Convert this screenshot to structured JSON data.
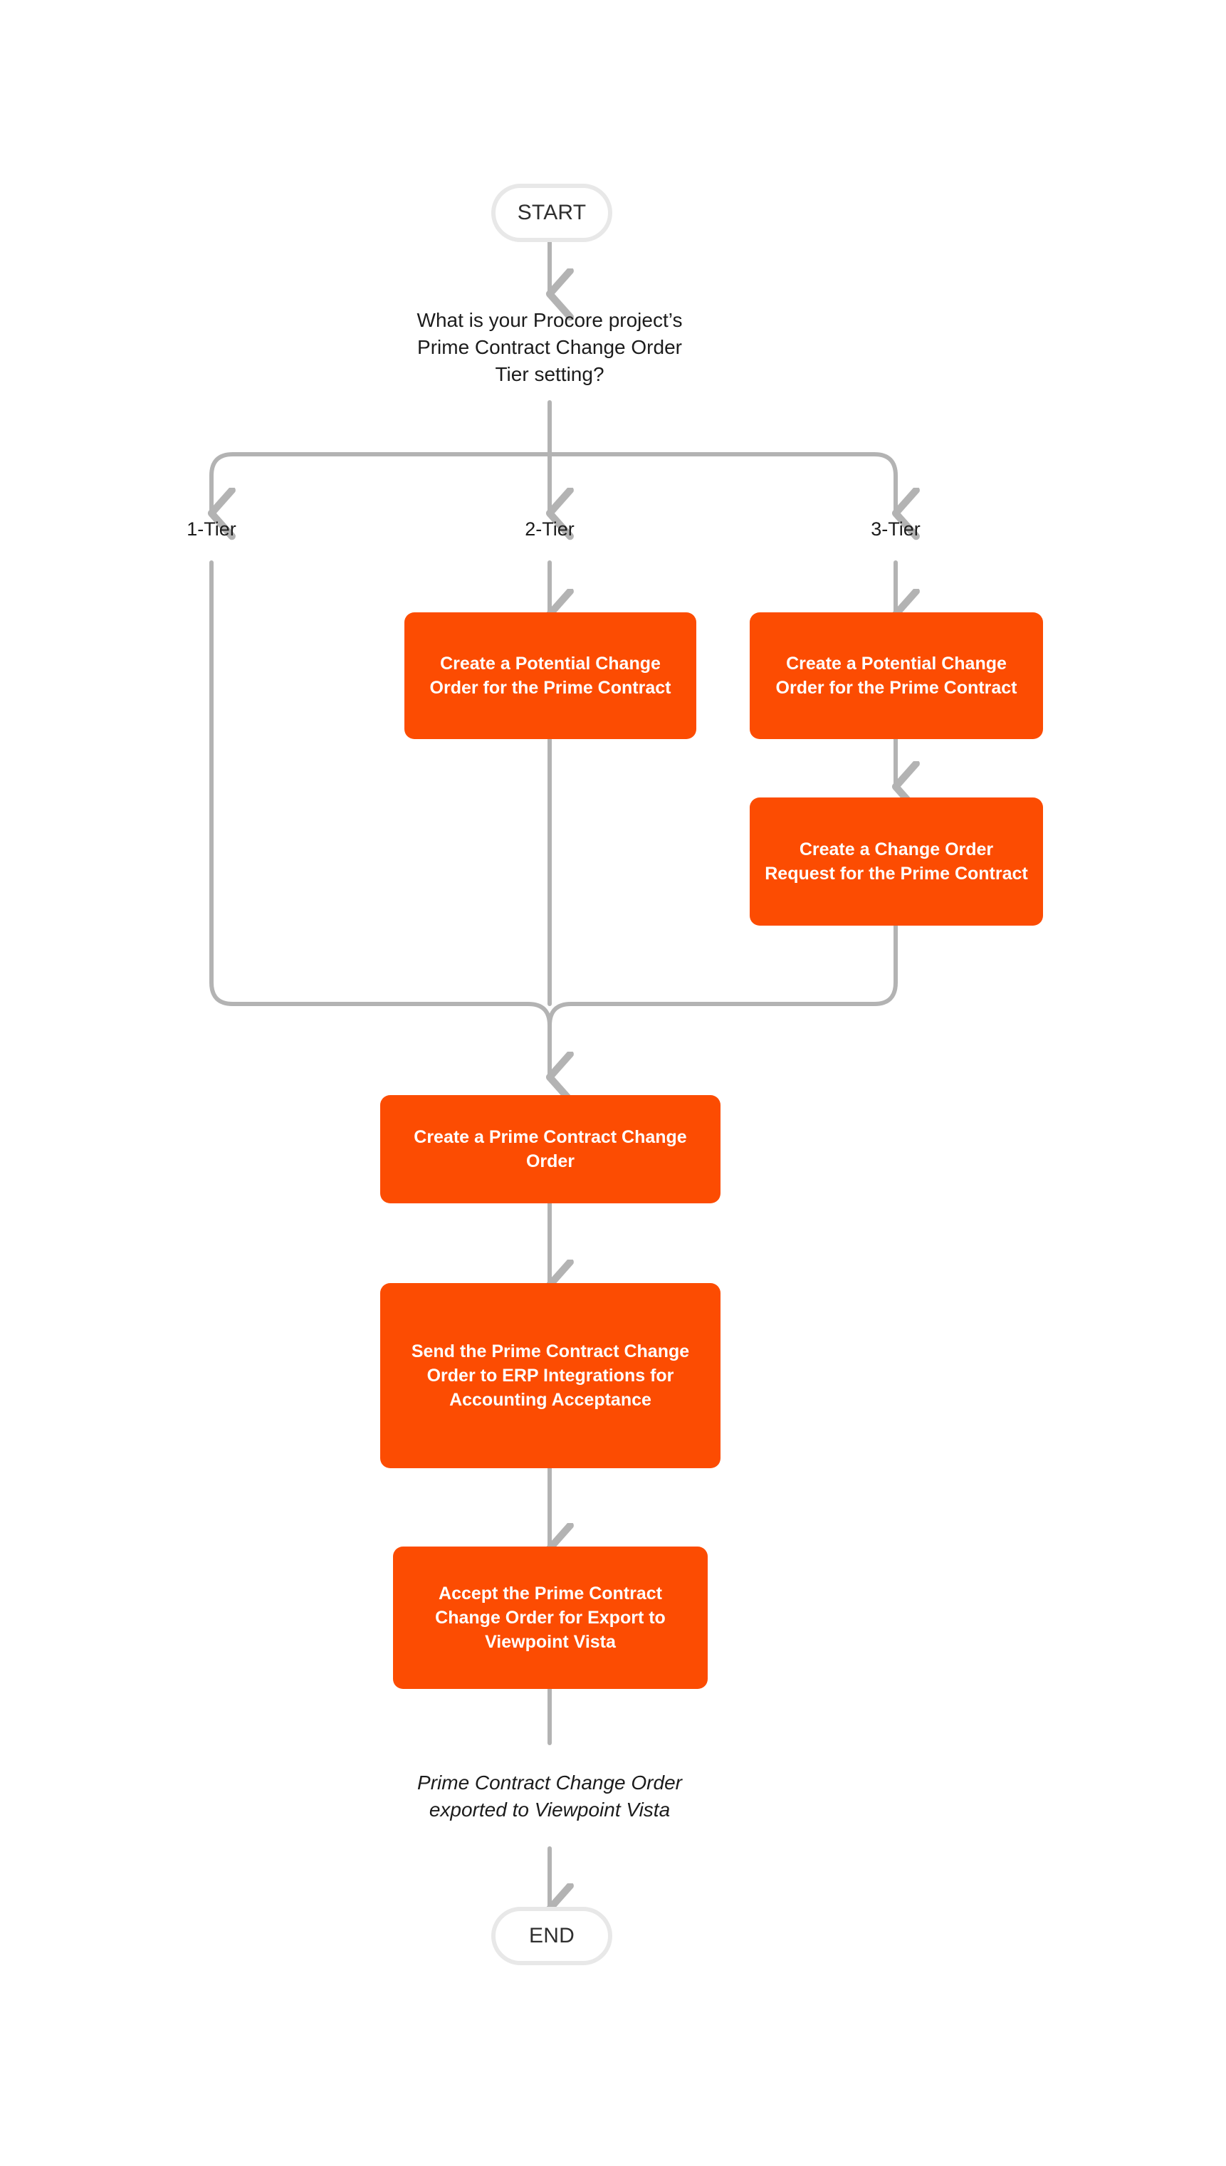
{
  "diagram": {
    "title": "Prime Contract Change Order flow to Viewpoint Vista",
    "colors": {
      "process_fill": "#fc4c02",
      "process_text": "#ffffff",
      "terminator_border": "#e8e8e8",
      "connector": "#b3b3b3",
      "text": "#1c1c1c",
      "background": "#ffffff"
    },
    "nodes": {
      "start": {
        "label": "START"
      },
      "question": {
        "label": "What is your Procore project’s Prime Contract Change Order Tier setting?"
      },
      "pco_2tier": {
        "label": "Create a Potential Change Order for the Prime Contract"
      },
      "pco_3tier": {
        "label": "Create a Potential Change Order for the Prime Contract"
      },
      "cor_3tier": {
        "label": "Create a Change Order Request for the Prime Contract"
      },
      "create_pcco": {
        "label": "Create a Prime Contract Change Order"
      },
      "send_erp": {
        "label": "Send the Prime Contract Change Order to ERP Integrations for Accounting Acceptance"
      },
      "accept_export": {
        "label": "Accept the Prime Contract Change Order for Export to Viewpoint Vista"
      },
      "result": {
        "label": "Prime Contract Change Order exported to Viewpoint Vista"
      },
      "end": {
        "label": "END"
      }
    },
    "branch_labels": [
      {
        "key": "tier1",
        "label": "1-Tier"
      },
      {
        "key": "tier2",
        "label": "2-Tier"
      },
      {
        "key": "tier3",
        "label": "3-Tier"
      }
    ]
  }
}
